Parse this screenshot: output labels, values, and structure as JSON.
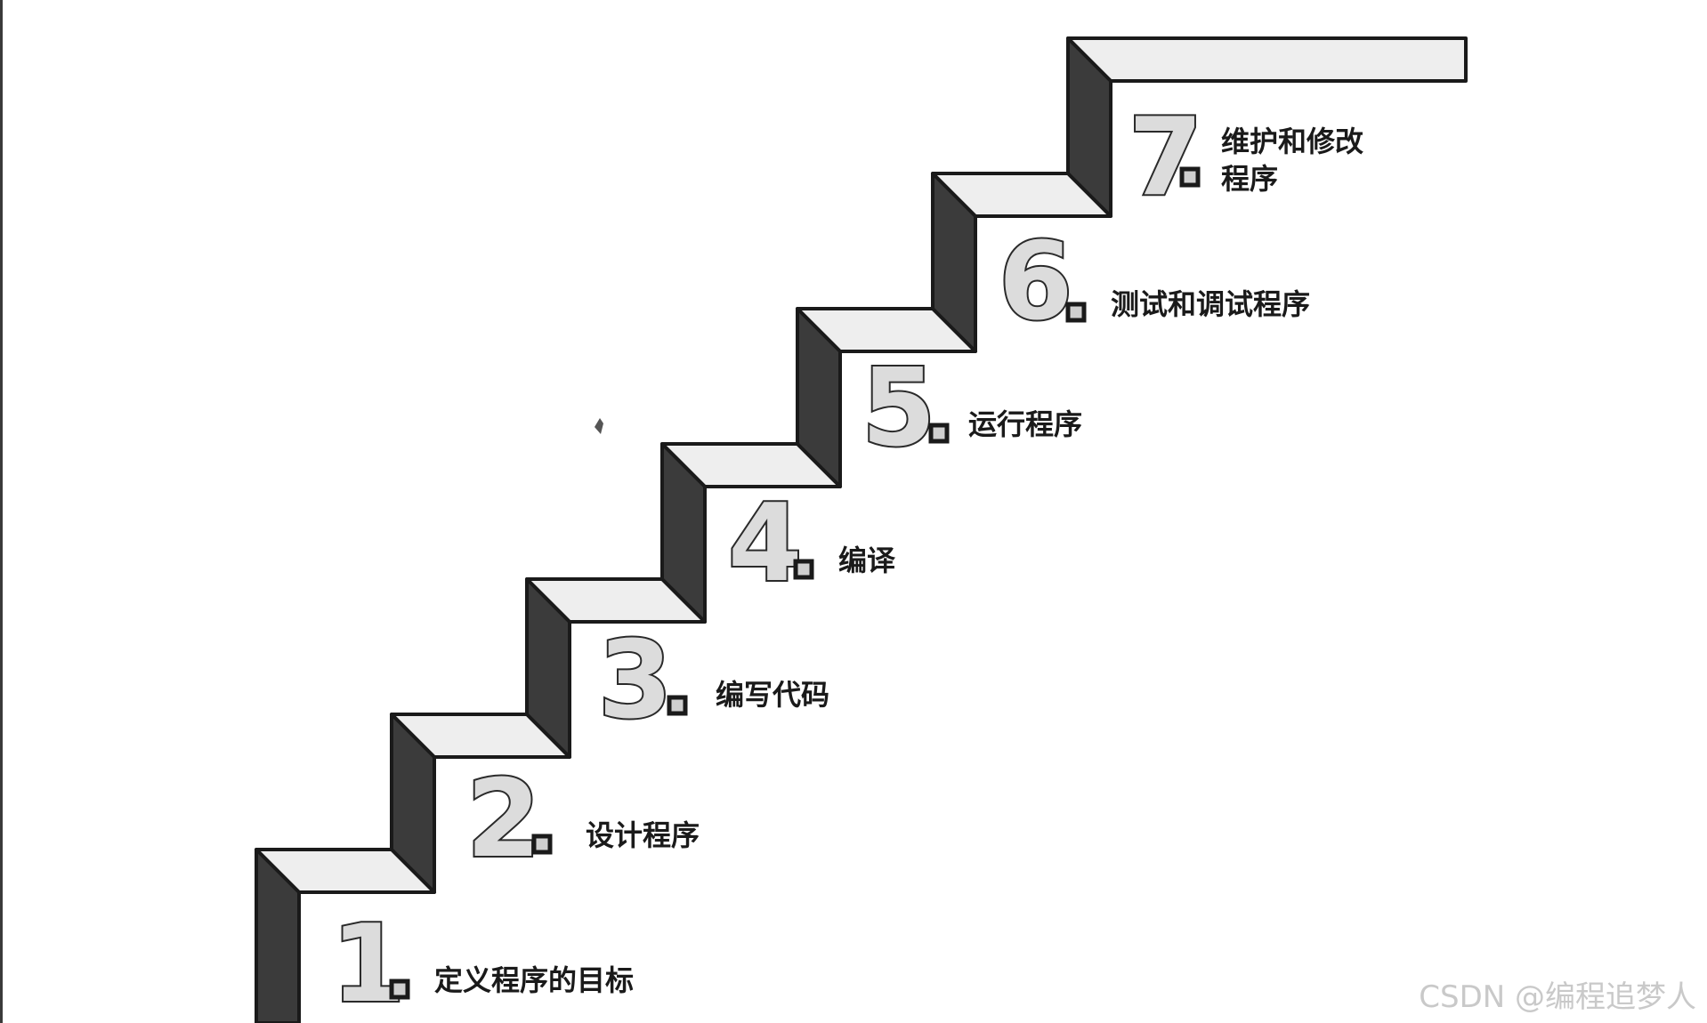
{
  "diagram": {
    "steps": [
      {
        "number": "1",
        "label_lines": [
          "定义程序的目标"
        ]
      },
      {
        "number": "2",
        "label_lines": [
          "设计程序"
        ]
      },
      {
        "number": "3",
        "label_lines": [
          "编写代码"
        ]
      },
      {
        "number": "4",
        "label_lines": [
          "编译"
        ]
      },
      {
        "number": "5",
        "label_lines": [
          "运行程序"
        ]
      },
      {
        "number": "6",
        "label_lines": [
          "测试和调试程序"
        ]
      },
      {
        "number": "7",
        "label_lines": [
          "维护和修改",
          "程序"
        ]
      }
    ]
  },
  "watermark": "CSDN @编程追梦人",
  "colors": {
    "riser": "#3b3b3b",
    "tread": "#eeeeee",
    "outline": "#1a1a1a",
    "number_fill": "#dcdcdc"
  }
}
